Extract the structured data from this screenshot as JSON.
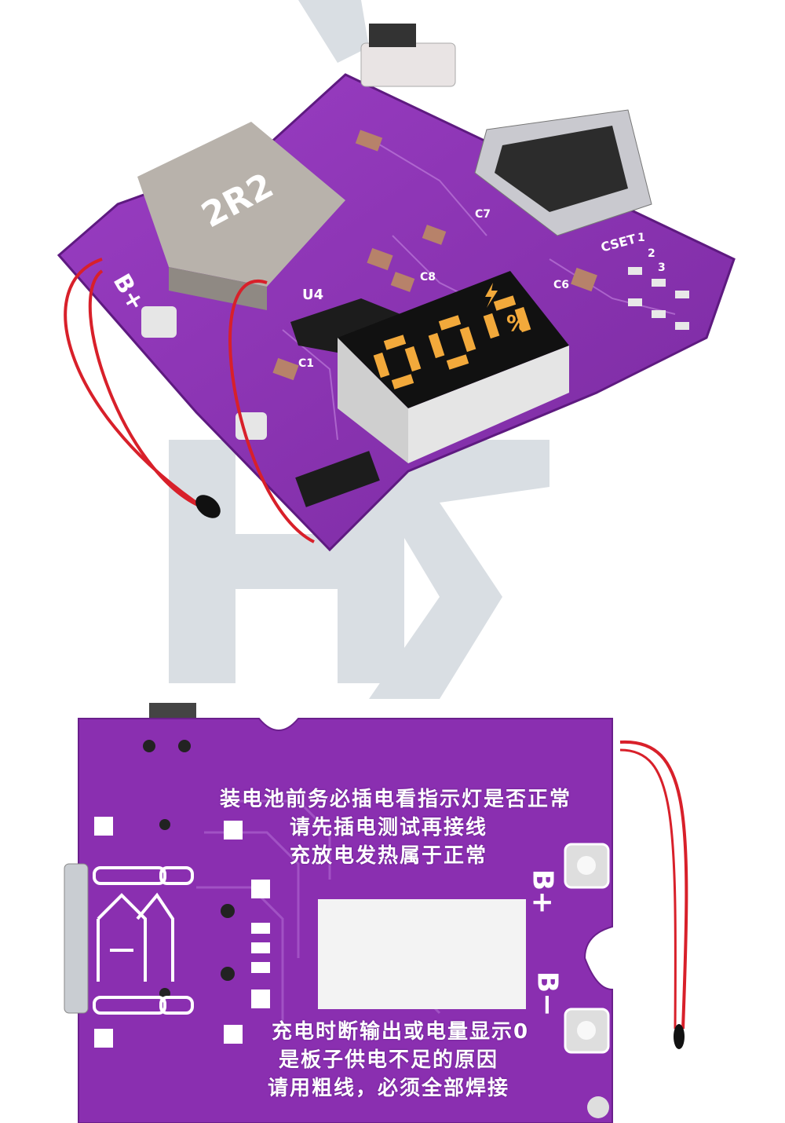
{
  "top_board": {
    "inductor_mark": "2R2",
    "chip_label": "U4",
    "bplus_label": "B+",
    "display_percent": "%",
    "cset_label": "CSET",
    "cap_labels": [
      "C1",
      "C6",
      "C7",
      "C8"
    ],
    "pin_labels": [
      "1",
      "2",
      "3"
    ]
  },
  "bottom_board": {
    "notice_top": [
      "装电池前务必插电看指示灯是否正常",
      "请先插电测试再接线",
      "充放电发热属于正常"
    ],
    "notice_bottom": [
      "充电时断输出或电量显示0",
      "是板子供电不足的原因",
      "请用粗线，必须全部焊接"
    ],
    "bplus_label": "B+",
    "bminus_label": "B−"
  },
  "colors": {
    "pcb_purple": "#8a2fb0",
    "pcb_dark": "#6a1f8c",
    "silkscreen": "#ffffff",
    "watermark": "#d6dde4",
    "wire": "#d8202a",
    "display_segment": "#f2a93b"
  }
}
